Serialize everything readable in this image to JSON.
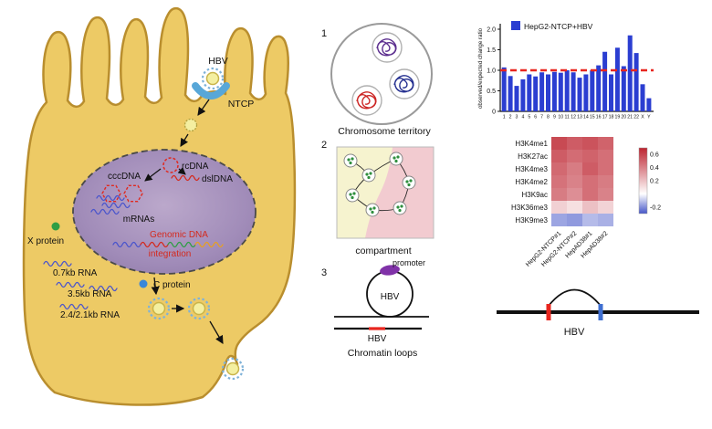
{
  "figure": {
    "cell": {
      "hbv_label": "HBV",
      "ntcp_label": "NTCP",
      "rcdna_label": "rcDNA",
      "cccdna_label": "cccDNA",
      "dsldna_label": "dslDNA",
      "mrnas_label": "mRNAs",
      "genomic_dna_label": "Genomic DNA",
      "integration_label": "integration",
      "x_protein_label": "X protein",
      "c_protein_label": "C protein",
      "rna_07_label": "0.7kb RNA",
      "rna_35_label": "3.5kb RNA",
      "rna_24_label": "2.4/2.1kb RNA"
    },
    "panels": {
      "p1_number": "1",
      "p1_caption": "Chromosome territory",
      "p2_number": "2",
      "p2_caption": "compartment",
      "p3_number": "3",
      "p3_promoter": "promoter",
      "p3_loop_hbv": "HBV",
      "p3_line_hbv": "HBV",
      "p3_caption": "Chromatin loops"
    },
    "bottom_right": {
      "hbv_label": "HBV"
    }
  },
  "colors": {
    "cell_fill": "#edca65",
    "cell_stroke": "#b98e2e",
    "nucleus_fill": "#9d87b5",
    "ntcp_blue": "#58a7d8",
    "virus_core": "#f4efa0",
    "promoter_purple": "#8032a8",
    "anchor_red": "#e8261f",
    "anchor_blue": "#3f6fd1"
  },
  "chart_data": [
    {
      "type": "bar",
      "legend": [
        "HepG2-NTCP+HBV"
      ],
      "ylabel": "observed/expected change ratio",
      "categories": [
        "1",
        "2",
        "3",
        "4",
        "5",
        "6",
        "7",
        "8",
        "9",
        "10",
        "11",
        "12",
        "13",
        "14",
        "15",
        "16",
        "17",
        "18",
        "19",
        "20",
        "21",
        "22",
        "X",
        "Y"
      ],
      "values": [
        1.07,
        0.86,
        0.62,
        0.78,
        0.9,
        0.85,
        0.95,
        0.9,
        0.96,
        0.94,
        1.0,
        0.95,
        0.82,
        0.9,
        1.0,
        1.12,
        1.45,
        0.9,
        1.55,
        1.1,
        1.85,
        1.42,
        0.66,
        0.32
      ],
      "ylim": [
        0,
        2.0
      ],
      "yticks": [
        0,
        0.5,
        1.0,
        1.5,
        2.0
      ],
      "reference_line": 1.0,
      "bar_color": "#2b3ed1",
      "ref_line_color": "#e8261f",
      "grid": false,
      "legend_position": "top-left"
    },
    {
      "type": "heatmap",
      "rows": [
        "H3K4me1",
        "H3K27ac",
        "H3K4me3",
        "H3K4me2",
        "H3K9ac",
        "H3K36me3",
        "H3K9me3"
      ],
      "columns": [
        "HepG2-NTCP#1",
        "HepG2-NTCP#2",
        "HepAD38#1",
        "HepAD38#2"
      ],
      "values": [
        [
          0.58,
          0.52,
          0.55,
          0.5
        ],
        [
          0.52,
          0.47,
          0.5,
          0.46
        ],
        [
          0.48,
          0.42,
          0.52,
          0.46
        ],
        [
          0.45,
          0.4,
          0.46,
          0.42
        ],
        [
          0.42,
          0.36,
          0.46,
          0.4
        ],
        [
          0.15,
          0.1,
          0.2,
          0.14
        ],
        [
          -0.16,
          -0.18,
          -0.12,
          -0.14
        ]
      ],
      "colorbar_ticks": [
        0.6,
        0.4,
        0.2,
        -0.2
      ],
      "colorbar_range": [
        0.7,
        -0.3
      ],
      "color_positive": "#bd2430",
      "color_negative": "#4656c8"
    }
  ]
}
